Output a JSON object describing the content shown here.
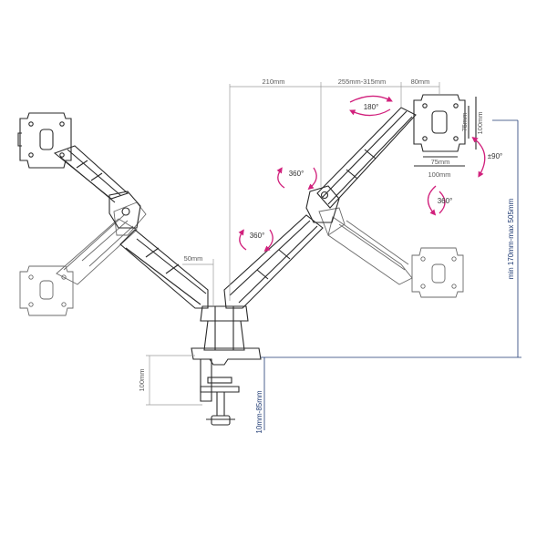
{
  "dimensions": {
    "arm_reach": "210mm",
    "arm_length_range": "255mm-315mm",
    "plate_offset": "80mm",
    "vesa_75_width": "75mm",
    "vesa_100_width": "100mm",
    "vesa_75_height": "75mm",
    "vesa_100_height": "100mm",
    "pole_offset": "50mm",
    "clamp_depth": "100mm",
    "desk_thickness": "10mm-85mm",
    "height_range": "min 170mm-max 505mm"
  },
  "rotations": {
    "swivel_top": "180°",
    "tilt": "±90°",
    "rotate_right": "360°",
    "rotate_upper": "360°",
    "rotate_lower": "360°"
  },
  "colors": {
    "accent_pink": "#d1207c",
    "dimension_blue": "#1f3a73",
    "dimension_gray": "#9a9a9a",
    "line_art": "#2a2a2a"
  }
}
